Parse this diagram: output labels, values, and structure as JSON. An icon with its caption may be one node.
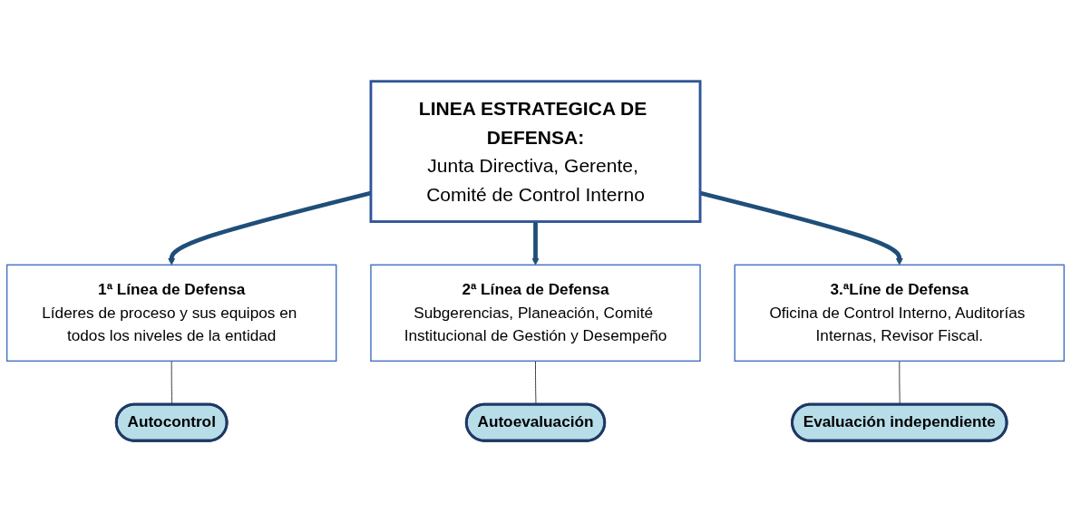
{
  "diagram": {
    "nodes": [
      {
        "text": [
          "LINEA ESTRATEGICA DE DEFENSA:",
          "Junta Directiva, Gerente, Comité de Control Interno"
        ]
      },
      {
        "text": [
          "1ª Línea de Defensa",
          "Líderes de proceso y sus equipos en todos los niveles de la entidad"
        ]
      },
      {
        "text": [
          "2ª Línea de Defensa",
          "Subgerencias, Planeación, Comité Institucional de Gestión y Desempeño"
        ]
      },
      {
        "text": [
          "3.ªLíne de Defensa",
          "Oficina de Control Interno, Auditorías Internas, Revisor Fiscal."
        ]
      },
      {
        "text": [
          "Autocontrol"
        ]
      },
      {
        "text": [
          "Autoevaluación"
        ]
      },
      {
        "text": [
          "Evaluación independiente"
        ]
      }
    ],
    "edges": [
      {
        "from": 0,
        "to": 1,
        "arrow": "to",
        "style": "thick"
      },
      {
        "from": 0,
        "to": 2,
        "arrow": "to",
        "style": "thick"
      },
      {
        "from": 0,
        "to": 3,
        "arrow": "to",
        "style": "thick"
      },
      {
        "from": 1,
        "to": 4,
        "arrow": "none"
      },
      {
        "from": 2,
        "to": 5,
        "arrow": "none"
      },
      {
        "from": 3,
        "to": 6,
        "arrow": "none"
      }
    ]
  }
}
